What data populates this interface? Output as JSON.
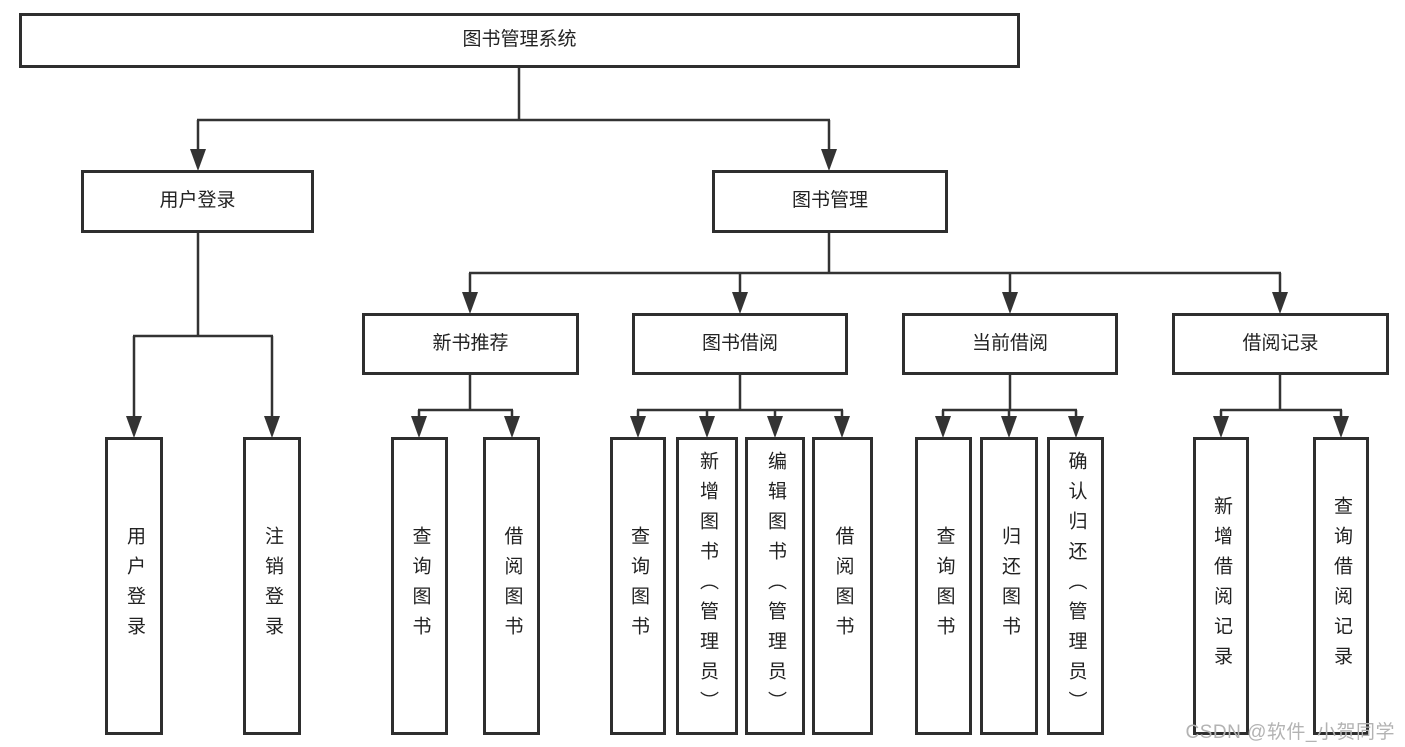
{
  "diagram": {
    "tree": {
      "root": "图书管理系统",
      "branches": [
        {
          "label": "用户登录",
          "children": [
            "用户登录",
            "注销登录"
          ]
        },
        {
          "label": "图书管理",
          "sections": [
            {
              "label": "新书推荐",
              "children": [
                "查询图书",
                "借阅图书"
              ]
            },
            {
              "label": "图书借阅",
              "children": [
                "查询图书",
                "新增图书（管理员）",
                "编辑图书（管理员）",
                "借阅图书"
              ]
            },
            {
              "label": "当前借阅",
              "children": [
                "查询图书",
                "归还图书",
                "确认归还（管理员）"
              ]
            },
            {
              "label": "借阅记录",
              "children": [
                "新增借阅记录",
                "查询借阅记录"
              ]
            }
          ]
        }
      ]
    },
    "colors": {
      "line": "#333333",
      "box_border": "#2e2e2e",
      "box_fill": "#ffffff",
      "text": "#222222",
      "watermark": "#b3b3b3"
    }
  },
  "watermark": {
    "text": "CSDN @软件_小贺同学"
  }
}
